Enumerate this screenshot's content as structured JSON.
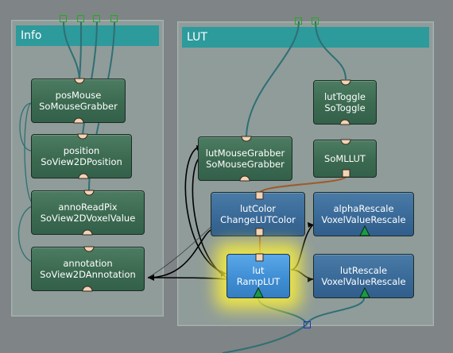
{
  "groups": {
    "info": {
      "title": "Info"
    },
    "lut": {
      "title": "LUT"
    }
  },
  "modules": {
    "posMouse": {
      "name": "posMouse",
      "type": "SoMouseGrabber"
    },
    "position": {
      "name": "position",
      "type": "SoView2DPosition"
    },
    "annoReadPix": {
      "name": "annoReadPix",
      "type": "SoView2DVoxelValue"
    },
    "annotation": {
      "name": "annotation",
      "type": "SoView2DAnnotation"
    },
    "lutMouseGrabber": {
      "name": "lutMouseGrabber",
      "type": "SoMouseGrabber"
    },
    "lutToggle": {
      "name": "lutToggle",
      "type": "SoToggle"
    },
    "soMLLUT": {
      "name": "SoMLLUT",
      "type": ""
    },
    "lutColor": {
      "name": "lutColor",
      "type": "ChangeLUTColor"
    },
    "alphaRescale": {
      "name": "alphaRescale",
      "type": "VoxelValueRescale"
    },
    "lut": {
      "name": "lut",
      "type": "RampLUT"
    },
    "lutRescale": {
      "name": "lutRescale",
      "type": "VoxelValueRescale"
    }
  },
  "colors": {
    "background": "#7f8486",
    "group_body": "#8f9c9a",
    "group_header": "#2d9a9c",
    "module_green": "#3b6a50",
    "module_blue": "#3a6a98",
    "module_selected": "#3f8ed4",
    "connection_teal": "#2f6f73",
    "connection_black": "#000000",
    "connection_brown": "#a05a28",
    "port_green": "#22aa22",
    "port_blue": "#2030c0",
    "glow_blue": "#4a5ae6",
    "glow_yellow": "#faf03c"
  },
  "icons": {
    "inventor_input": "semicircle-port-icon",
    "ml_input": "square-port-icon",
    "ml_output": "triangle-port-icon",
    "top_connector": "square-connector-icon"
  }
}
